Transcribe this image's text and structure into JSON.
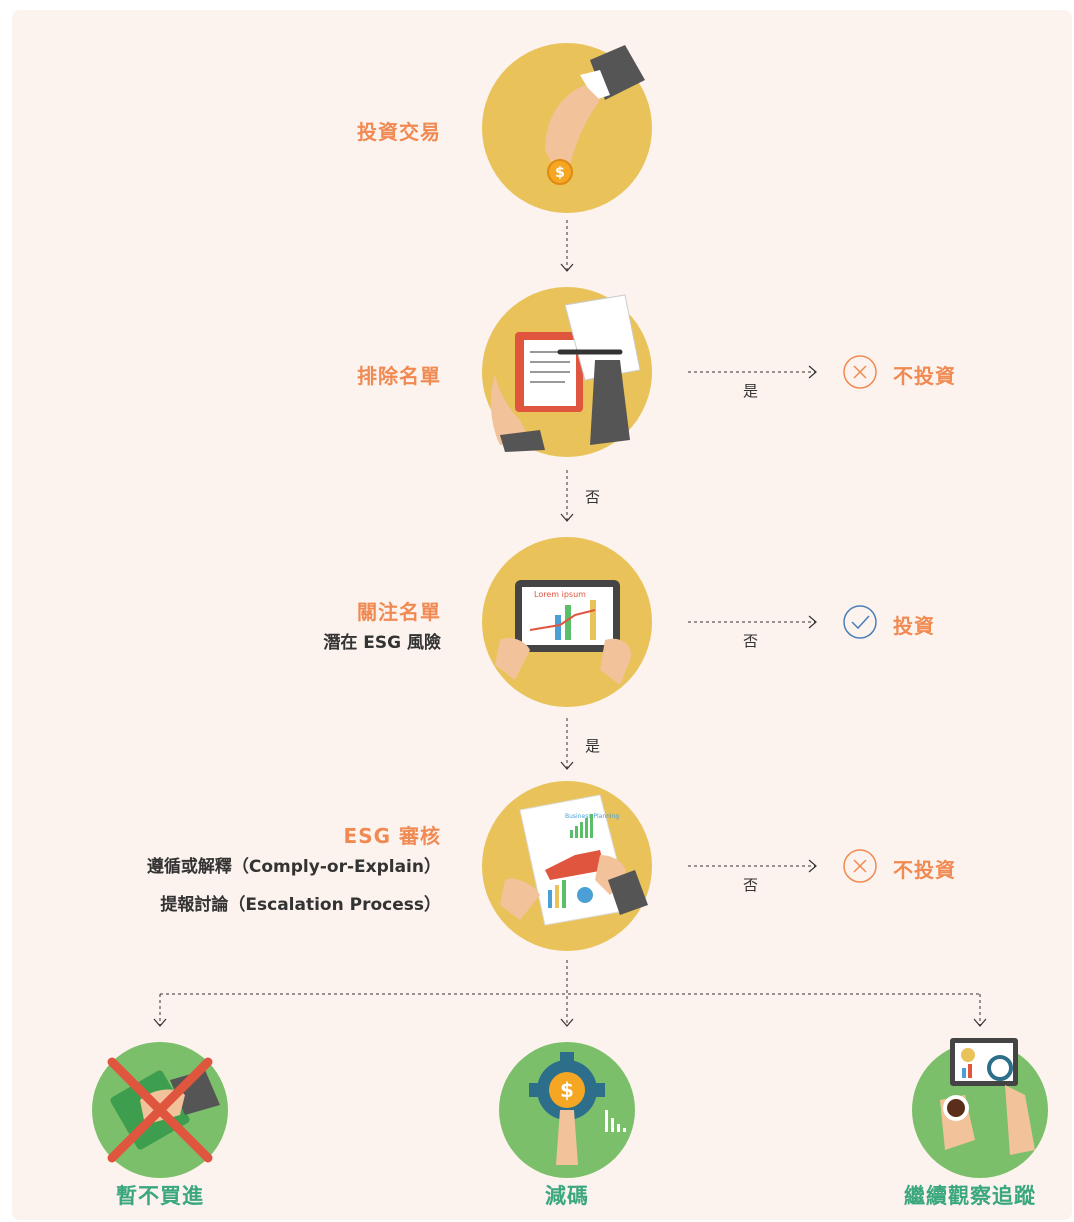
{
  "steps": {
    "investment_trade": "投資交易",
    "exclusion_list": "排除名單",
    "watch_list": "關注名單",
    "watch_list_sub": "潛在 ESG 風險",
    "esg_review": "ESG 審核",
    "esg_review_sub1": "遵循或解釋（Comply-or-Explain）",
    "esg_review_sub2": "提報討論（Escalation Process）"
  },
  "branches": {
    "exclusion_yes": "是",
    "exclusion_no": "否",
    "watch_no": "否",
    "watch_yes": "是",
    "review_no": "否"
  },
  "outcomes": {
    "no_invest_1": "不投資",
    "invest": "投資",
    "no_invest_2": "不投資"
  },
  "final_actions": {
    "pause_buying": "暫不買進",
    "reduce": "減碼",
    "monitor": "繼續觀察追蹤"
  },
  "colors": {
    "step_circle": "#e9c25a",
    "final_circle": "#7bbf6a",
    "step_text": "#f08a52",
    "final_text": "#3aa77c",
    "no_invest_icon": "#f08a52",
    "invest_icon": "#4a7fb8"
  },
  "icons": {
    "no_invest": "x-circle-icon",
    "invest": "check-circle-icon"
  }
}
